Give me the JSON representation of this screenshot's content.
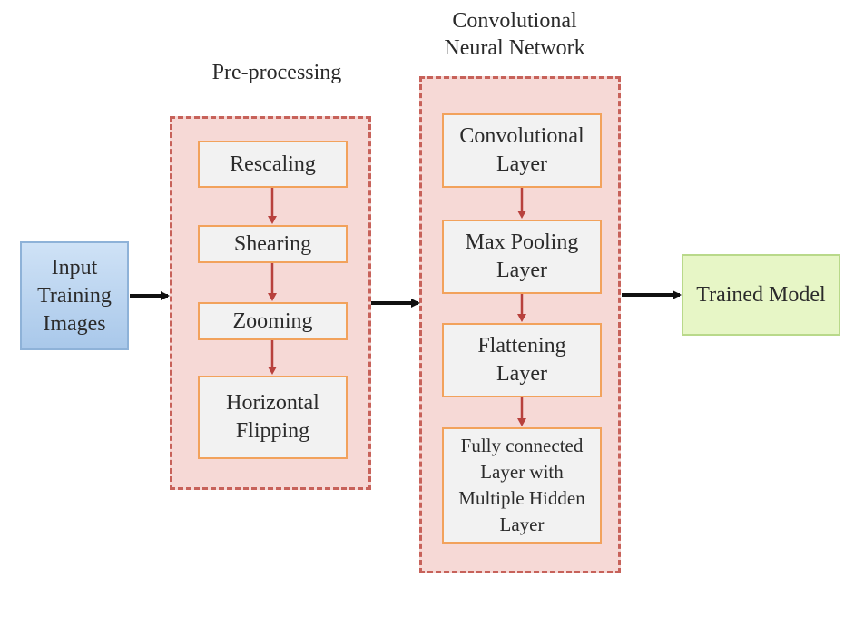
{
  "input_box": {
    "label": "Input\nTraining\nImages"
  },
  "preprocessing": {
    "title": "Pre-processing",
    "steps": [
      "Rescaling",
      "Shearing",
      "Zooming",
      "Horizontal\nFlipping"
    ]
  },
  "cnn": {
    "title": "Convolutional\nNeural Network",
    "layers": [
      "Convolutional\nLayer",
      "Max Pooling\nLayer",
      "Flattening\nLayer",
      "Fully connected\nLayer with\nMultiple Hidden\nLayer"
    ]
  },
  "output_box": {
    "label": "Trained Model"
  },
  "colors": {
    "group_fill": "#f6d9d6",
    "group_border": "#c7625a",
    "step_border": "#f2a25c",
    "step_arrow": "#b8413d",
    "main_arrow": "#111111",
    "input_fill": "#b9d3ef",
    "output_fill": "#e7f6c6"
  }
}
